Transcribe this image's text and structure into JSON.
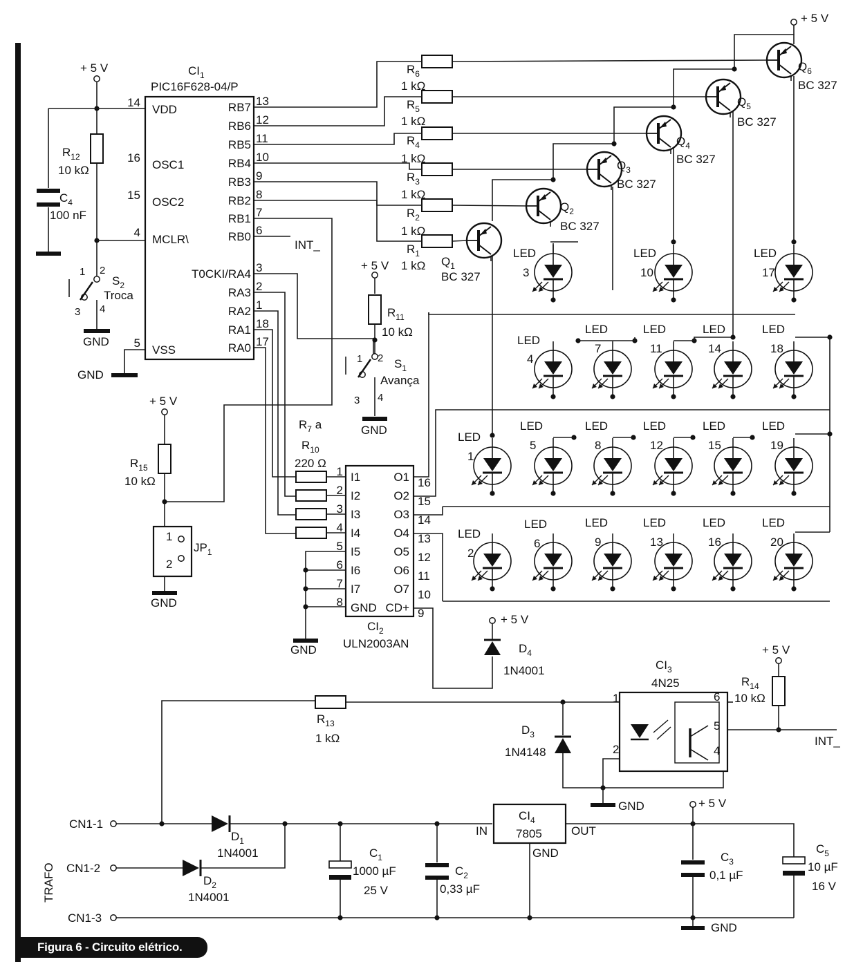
{
  "caption": "Figura 6 - Circuito elétrico.",
  "supply": "+ 5 V",
  "gnd": "GND",
  "int": "INT_",
  "led_word": "LED",
  "ic1": {
    "ref": "CI",
    "ref_sub": "1",
    "part": "PIC16F628-04/P",
    "left_pins": [
      {
        "num": "14",
        "name": "VDD"
      },
      {
        "num": "16",
        "name": "OSC1"
      },
      {
        "num": "15",
        "name": "OSC2"
      },
      {
        "num": "4",
        "name": "MCLR\\"
      },
      {
        "num": "5",
        "name": "VSS"
      }
    ],
    "right_pins": [
      {
        "num": "13",
        "name": "RB7"
      },
      {
        "num": "12",
        "name": "RB6"
      },
      {
        "num": "11",
        "name": "RB5"
      },
      {
        "num": "10",
        "name": "RB4"
      },
      {
        "num": "9",
        "name": "RB3"
      },
      {
        "num": "8",
        "name": "RB2"
      },
      {
        "num": "7",
        "name": "RB1"
      },
      {
        "num": "6",
        "name": "RB0"
      },
      {
        "num": "3",
        "name": "T0CKI/RA4"
      },
      {
        "num": "2",
        "name": "RA3"
      },
      {
        "num": "1",
        "name": "RA2"
      },
      {
        "num": "18",
        "name": "RA1"
      },
      {
        "num": "17",
        "name": "RA0"
      }
    ]
  },
  "ic2": {
    "ref": "CI",
    "ref_sub": "2",
    "part": "ULN2003AN",
    "left_pins": [
      {
        "num": "1",
        "name": "I1"
      },
      {
        "num": "2",
        "name": "I2"
      },
      {
        "num": "3",
        "name": "I3"
      },
      {
        "num": "4",
        "name": "I4"
      },
      {
        "num": "5",
        "name": "I5"
      },
      {
        "num": "6",
        "name": "I6"
      },
      {
        "num": "7",
        "name": "I7"
      },
      {
        "num": "8",
        "name": "GND"
      }
    ],
    "right_pins": [
      {
        "num": "16",
        "name": "O1"
      },
      {
        "num": "15",
        "name": "O2"
      },
      {
        "num": "14",
        "name": "O3"
      },
      {
        "num": "13",
        "name": "O4"
      },
      {
        "num": "12",
        "name": "O5"
      },
      {
        "num": "11",
        "name": "O6"
      },
      {
        "num": "10",
        "name": "O7"
      },
      {
        "num": "9",
        "name": "CD+"
      }
    ]
  },
  "ic3": {
    "ref": "CI",
    "ref_sub": "3",
    "part": "4N25",
    "pins": [
      "1",
      "2",
      "4",
      "5",
      "6"
    ]
  },
  "ic4": {
    "ref": "CI",
    "ref_sub": "4",
    "part": "7805",
    "in": "IN",
    "out": "OUT",
    "gnd": "GND"
  },
  "transistors": [
    {
      "ref": "Q",
      "sub": "1",
      "part": "BC 327"
    },
    {
      "ref": "Q",
      "sub": "2",
      "part": "BC 327"
    },
    {
      "ref": "Q",
      "sub": "3",
      "part": "BC 327"
    },
    {
      "ref": "Q",
      "sub": "4",
      "part": "BC 327"
    },
    {
      "ref": "Q",
      "sub": "5",
      "part": "BC 327"
    },
    {
      "ref": "Q",
      "sub": "6",
      "part": "BC 327"
    }
  ],
  "base_resistors": [
    {
      "ref": "R",
      "sub": "1",
      "value": "1 kΩ"
    },
    {
      "ref": "R",
      "sub": "2",
      "value": "1 kΩ"
    },
    {
      "ref": "R",
      "sub": "3",
      "value": "1 kΩ"
    },
    {
      "ref": "R",
      "sub": "4",
      "value": "1 kΩ"
    },
    {
      "ref": "R",
      "sub": "5",
      "value": "1 kΩ"
    },
    {
      "ref": "R",
      "sub": "6",
      "value": "1 kΩ"
    }
  ],
  "resistors": {
    "r7_10": {
      "ref": "R",
      "sub": "7",
      "suffix": " a",
      "ref2": "R",
      "sub2": "10",
      "value": "220 Ω"
    },
    "r11": {
      "ref": "R",
      "sub": "11",
      "value": "10 kΩ"
    },
    "r12": {
      "ref": "R",
      "sub": "12",
      "value": "10 kΩ"
    },
    "r13": {
      "ref": "R",
      "sub": "13",
      "value": "1 kΩ"
    },
    "r14": {
      "ref": "R",
      "sub": "14",
      "value": "10 kΩ"
    },
    "r15": {
      "ref": "R",
      "sub": "15",
      "value": "10 kΩ"
    }
  },
  "capacitors": {
    "c1": {
      "ref": "C",
      "sub": "1",
      "value": "1000 µF",
      "voltage": "25 V"
    },
    "c2": {
      "ref": "C",
      "sub": "2",
      "value": "0,33 µF"
    },
    "c3": {
      "ref": "C",
      "sub": "3",
      "value": "0,1 µF"
    },
    "c4": {
      "ref": "C",
      "sub": "4",
      "value": "100 nF"
    },
    "c5": {
      "ref": "C",
      "sub": "5",
      "value": "10 µF",
      "voltage": "16 V"
    }
  },
  "diodes": {
    "d1": {
      "ref": "D",
      "sub": "1",
      "part": "1N4001"
    },
    "d2": {
      "ref": "D",
      "sub": "2",
      "part": "1N4001"
    },
    "d3": {
      "ref": "D",
      "sub": "3",
      "part": "1N4148"
    },
    "d4": {
      "ref": "D",
      "sub": "4",
      "part": "1N4001"
    }
  },
  "switches": {
    "s1": {
      "ref": "S",
      "sub": "1",
      "name": "Avança",
      "pins": [
        "1",
        "2",
        "3",
        "4"
      ]
    },
    "s2": {
      "ref": "S",
      "sub": "2",
      "name": "Troca",
      "pins": [
        "1",
        "2",
        "3",
        "4"
      ]
    }
  },
  "jumper": {
    "ref": "JP",
    "sub": "1",
    "pins": [
      "1",
      "2"
    ]
  },
  "connector": {
    "label": "TRAFO",
    "pins": [
      "CN1-1",
      "CN1-2",
      "CN1-3"
    ]
  },
  "leds": [
    "1",
    "2",
    "3",
    "4",
    "5",
    "6",
    "7",
    "8",
    "9",
    "10",
    "11",
    "12",
    "13",
    "14",
    "15",
    "16",
    "17",
    "18",
    "19",
    "20"
  ]
}
